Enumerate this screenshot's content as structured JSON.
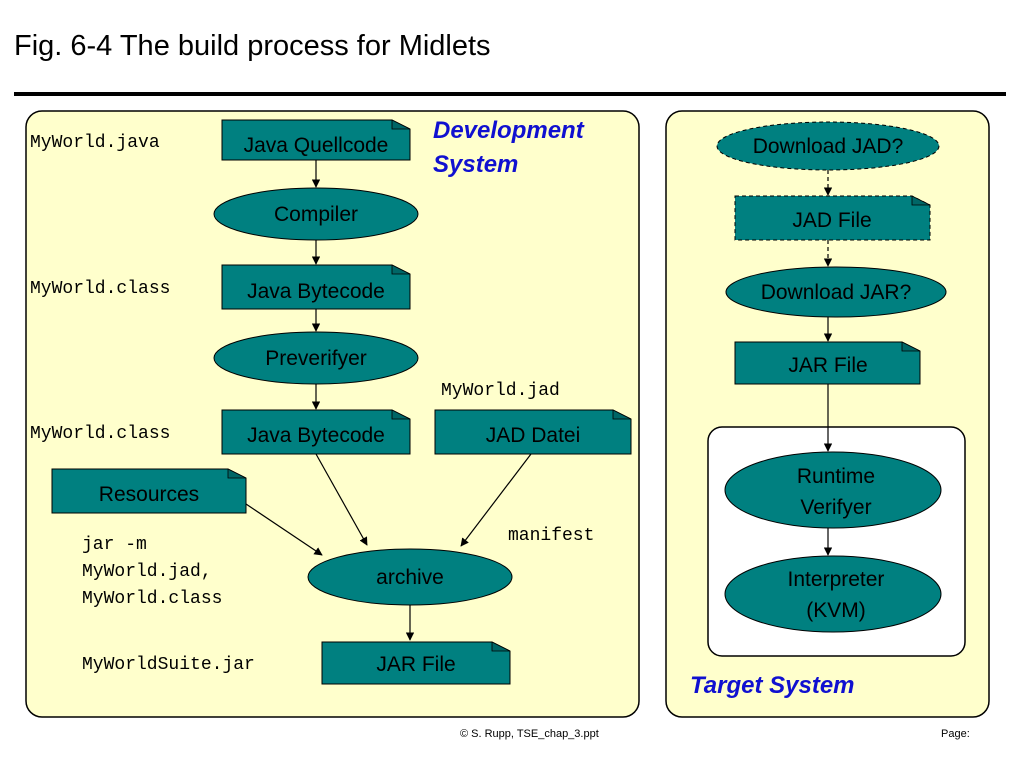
{
  "header": {
    "title": "Fig. 6-4 The build process for Midlets"
  },
  "colors": {
    "panel_fill": "#ffffcc",
    "node_fill": "#008080",
    "inner_panel_fill": "#ffffff",
    "system_label": "#1010d0",
    "arrow": "#000000"
  },
  "development": {
    "label_line1": "Development",
    "label_line2": "System",
    "java_source": "Java Quellcode",
    "compiler": "Compiler",
    "bytecode_1": "Java Bytecode",
    "preverifier": "Preverifyer",
    "bytecode_2": "Java Bytecode",
    "jad_file": "JAD Datei",
    "resources": "Resources",
    "archive": "archive",
    "jar_file": "JAR File",
    "file_java": "MyWorld.java",
    "file_class_1": "MyWorld.class",
    "file_class_2": "MyWorld.class",
    "file_jad": "MyWorld.jad",
    "manifest": "manifest",
    "jar_cmd_line1": "jar -m",
    "jar_cmd_line2": "MyWorld.jad,",
    "jar_cmd_line3": "MyWorld.class",
    "file_jar": "MyWorldSuite.jar"
  },
  "target": {
    "label": "Target System",
    "download_jad": "Download JAD?",
    "jad_file": "JAD File",
    "download_jar": "Download JAR?",
    "jar_file": "JAR File",
    "runtime_line1": "Runtime",
    "runtime_line2": "Verifyer",
    "interpreter_line1": "Interpreter",
    "interpreter_line2": "(KVM)"
  },
  "footer": {
    "copyright": "© S. Rupp, TSE_chap_3.ppt",
    "page": "Page:"
  }
}
